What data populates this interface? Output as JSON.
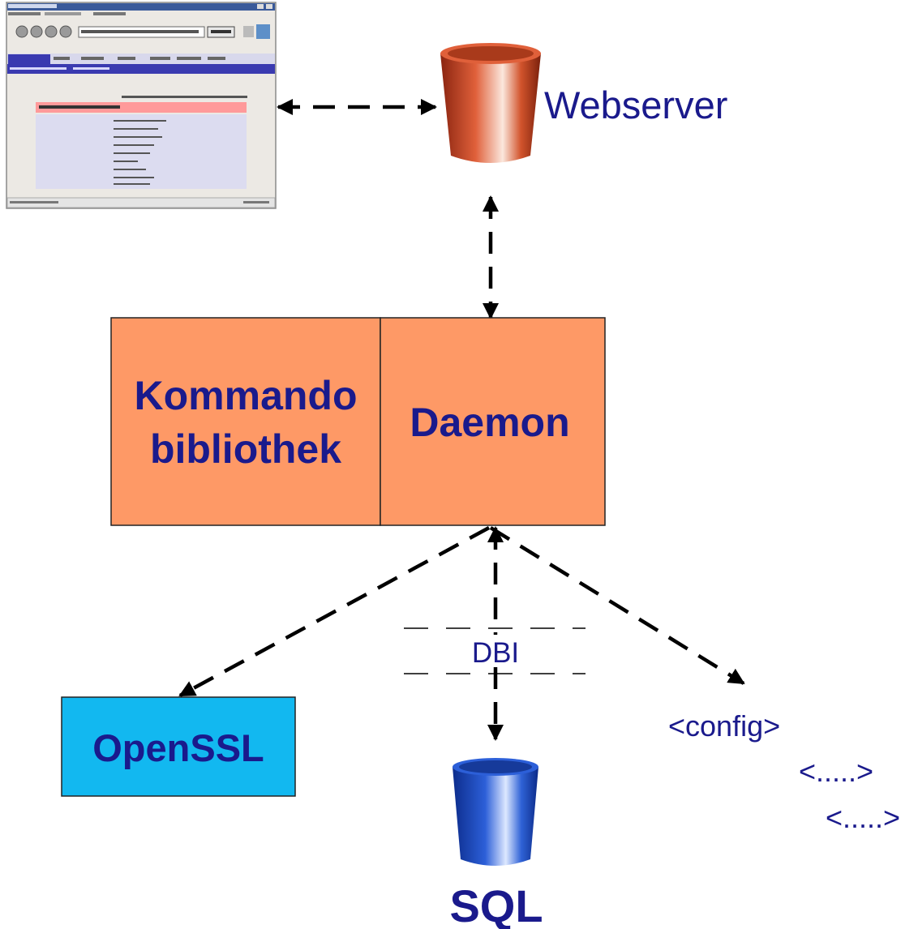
{
  "webserver": {
    "label": "Webserver"
  },
  "core": {
    "left_label_line1": "Kommando",
    "left_label_line2": "bibliothek",
    "right_label": "Daemon"
  },
  "openssl": {
    "label": "OpenSSL"
  },
  "dbi": {
    "label": "DBI"
  },
  "sql": {
    "label": "SQL"
  },
  "config": {
    "line1": "<config>",
    "line2": "<.....>",
    "line3": "<.....>"
  },
  "colors": {
    "box_orange": "#fe9966",
    "box_cyan": "#12b8f0",
    "label_navy": "#1a1a8c",
    "webserver_cylinder": "#c8461e",
    "sql_cylinder": "#1c4fcf",
    "browser_tab": "#3a3ab0",
    "browser_header_row": "#ff9a9a",
    "browser_panel": "#dcdcf0"
  }
}
